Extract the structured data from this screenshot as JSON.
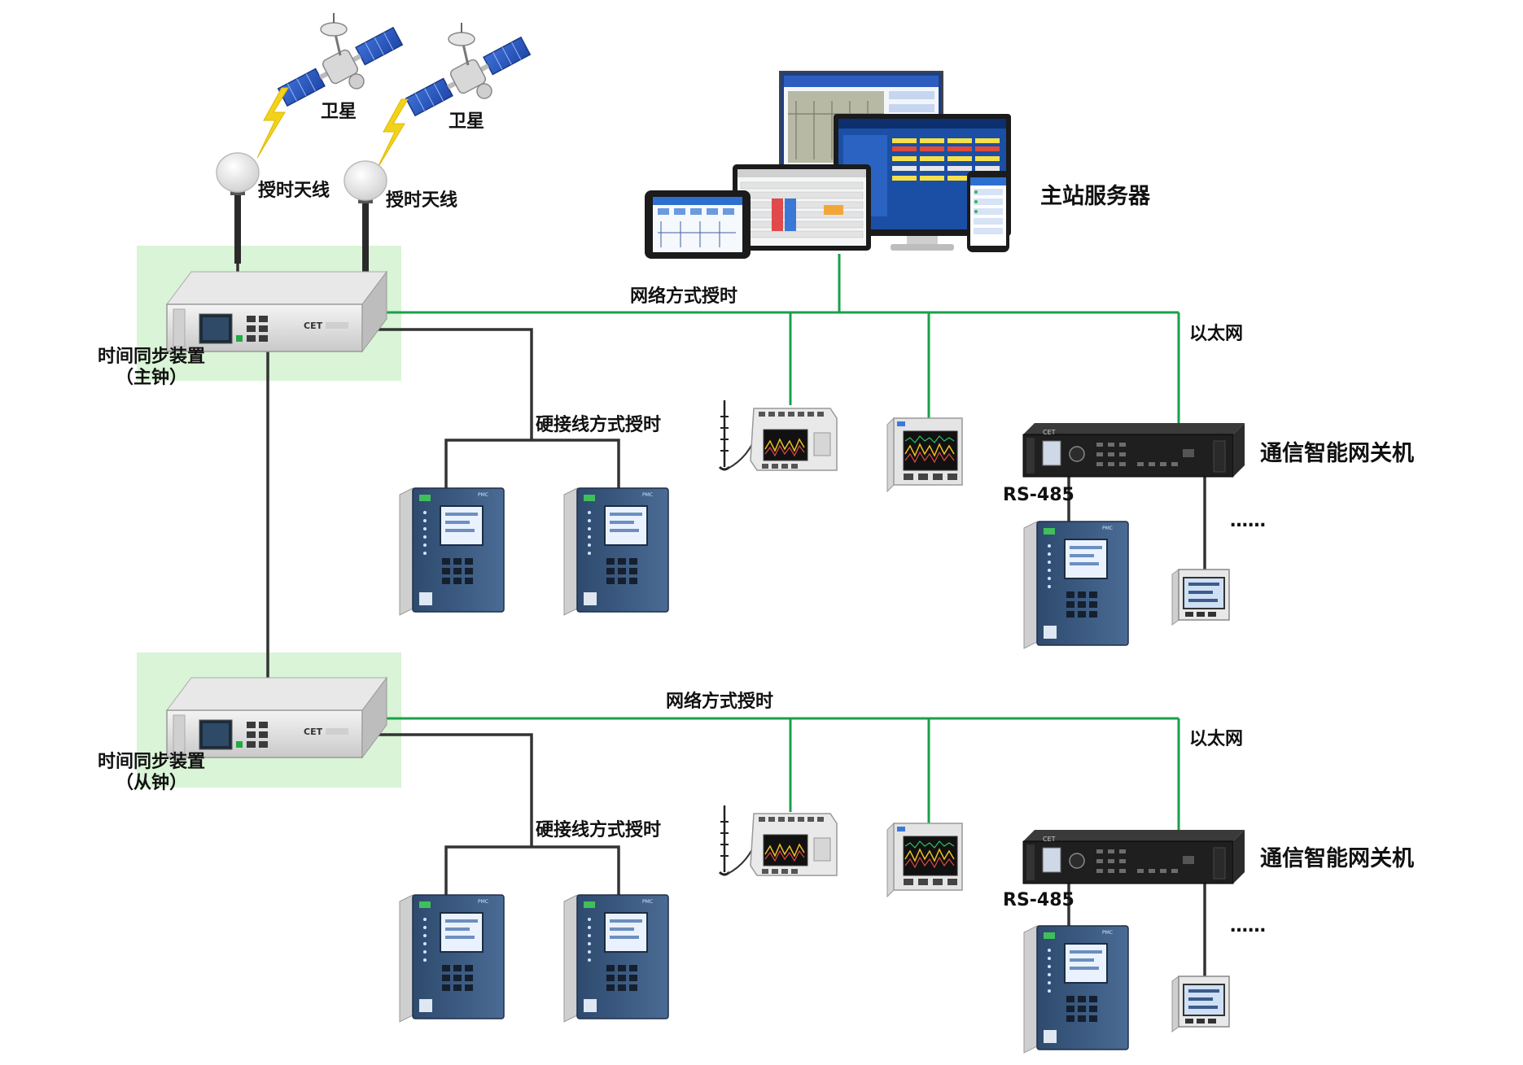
{
  "labels": {
    "satellite_1": "卫星",
    "satellite_2": "卫星",
    "antenna_1": "授时天线",
    "antenna_2": "授时天线",
    "master_server": "主站服务器",
    "master_clock_line1": "时间同步装置",
    "master_clock_line2": "（主钟）",
    "slave_clock_line1": "时间同步装置",
    "slave_clock_line2": "（从钟）",
    "network_timing_top": "网络方式授时",
    "network_timing_bottom": "网络方式授时",
    "ethernet_top": "以太网",
    "ethernet_bottom": "以太网",
    "hardwire_timing_top": "硬接线方式授时",
    "hardwire_timing_bottom": "硬接线方式授时",
    "gateway_top": "通信智能网关机",
    "gateway_bottom": "通信智能网关机",
    "rs485_top": "RS-485",
    "rs485_bottom": "RS-485",
    "ellipsis_top": "……",
    "ellipsis_bottom": "……",
    "device_brand": "CET"
  },
  "colors": {
    "network_line": "#1aa04a",
    "hardwire_line": "#333333",
    "highlight_bg": "#d9f4d6",
    "relay_body": "#3d5a80",
    "gateway_body": "#222222",
    "lightning": "#f2d21b"
  }
}
